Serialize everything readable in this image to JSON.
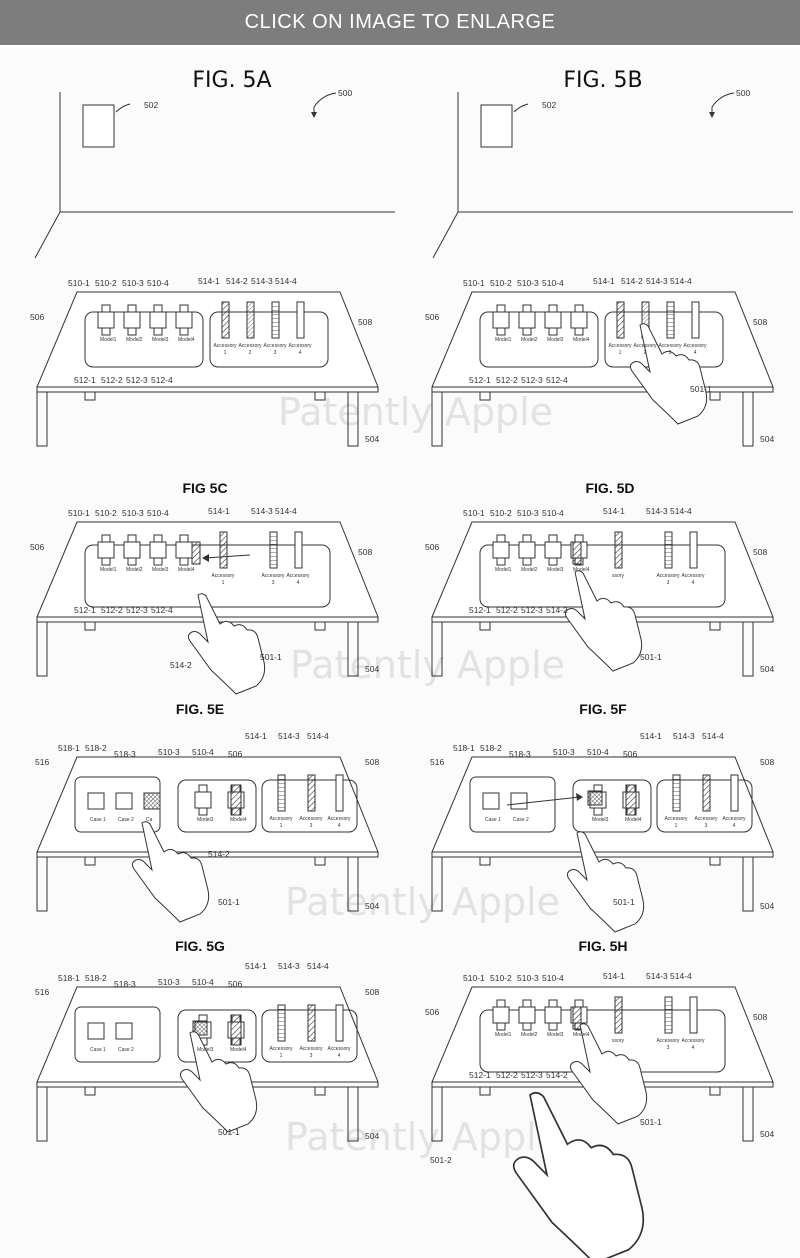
{
  "banner": {
    "text": "CLICK ON IMAGE TO ENLARGE"
  },
  "watermark": "Patently Apple",
  "room": {
    "labels": [
      "502",
      "500"
    ]
  },
  "figures": [
    {
      "id": "5A",
      "title": "FIG. 5A",
      "layout": "full",
      "labels": [
        "510-1",
        "510-2",
        "510-3",
        "510-4",
        "514-1",
        "514-2",
        "514-3",
        "514-4",
        "506",
        "508",
        "512-1",
        "512-2",
        "512-3",
        "512-4",
        "504"
      ],
      "models": [
        "Model1",
        "Model2",
        "Model3",
        "Model4"
      ],
      "accessories": [
        [
          "Accessory",
          "1"
        ],
        [
          "Accessory",
          "2"
        ],
        [
          "Accessory",
          "3"
        ],
        [
          "Accessory",
          "4"
        ]
      ]
    },
    {
      "id": "5B",
      "title": "FIG. 5B",
      "layout": "full",
      "labels": [
        "510-1",
        "510-2",
        "510-3",
        "510-4",
        "514-1",
        "514-2",
        "514-3",
        "514-4",
        "506",
        "508",
        "512-1",
        "512-2",
        "512-3",
        "512-4",
        "501-1",
        "504"
      ],
      "models": [
        "Model1",
        "Model2",
        "Model3",
        "Model4"
      ],
      "accessories": [
        [
          "Accessory",
          "1"
        ],
        [
          "Accessory",
          "2"
        ],
        [
          "Accessory",
          "3"
        ],
        [
          "Accessory",
          "4"
        ]
      ]
    },
    {
      "id": "5C",
      "title": "FIG 5C",
      "layout": "merge",
      "labels": [
        "510-1",
        "510-2",
        "510-3",
        "510-4",
        "514-1",
        "514-3",
        "514-4",
        "506",
        "508",
        "512-1",
        "512-2",
        "512-3",
        "512-4",
        "514-2",
        "501-1",
        "504"
      ],
      "models": [
        "Model1",
        "Model2",
        "Model3",
        "Model4"
      ],
      "accessories": [
        [
          "Accessory",
          "1"
        ],
        [
          "Accessory",
          "3"
        ],
        [
          "Accessory",
          "4"
        ]
      ]
    },
    {
      "id": "5D",
      "title": "FIG. 5D",
      "layout": "merge",
      "labels": [
        "510-1",
        "510-2",
        "510-3",
        "510-4",
        "514-1",
        "514-3",
        "514-4",
        "506",
        "508",
        "512-1",
        "512-2",
        "512-3",
        "514-2",
        "501-1",
        "504"
      ],
      "models": [
        "Model1",
        "Model2",
        "Model3",
        "Model4"
      ],
      "accessories": [
        [
          "ssory",
          ""
        ],
        [
          "Accessory",
          "3"
        ],
        [
          "Accessory",
          "4"
        ]
      ]
    },
    {
      "id": "5E",
      "title": "FIG. 5E",
      "layout": "cases",
      "labels": [
        "516",
        "518-1",
        "518-2",
        "518-3",
        "510-3",
        "510-4",
        "506",
        "514-1",
        "514-3",
        "514-4",
        "508",
        "514-2",
        "501-1",
        "504"
      ],
      "cases": [
        "Case 1",
        "Case 2",
        "Ca"
      ],
      "models": [
        "Model3",
        "Model4"
      ],
      "accessories": [
        [
          "Accessory",
          "1"
        ],
        [
          "Accessory",
          "3"
        ],
        [
          "Accessory",
          "4"
        ]
      ]
    },
    {
      "id": "5F",
      "title": "FIG. 5F",
      "layout": "cases",
      "labels": [
        "516",
        "518-1",
        "518-2",
        "518-3",
        "510-3",
        "510-4",
        "506",
        "514-1",
        "514-3",
        "514-4",
        "508",
        "501-1",
        "504"
      ],
      "cases": [
        "Case 1",
        "Case 2"
      ],
      "models": [
        "Model3",
        "Model4"
      ],
      "accessories": [
        [
          "Accessory",
          "1"
        ],
        [
          "Accessory",
          "3"
        ],
        [
          "Accessory",
          "4"
        ]
      ]
    },
    {
      "id": "5G",
      "title": "FIG. 5G",
      "layout": "cases",
      "labels": [
        "516",
        "518-1",
        "518-2",
        "518-3",
        "510-3",
        "510-4",
        "506",
        "514-1",
        "514-3",
        "514-4",
        "508",
        "501-1",
        "504"
      ],
      "cases": [
        "Case 1",
        "Case 2"
      ],
      "models": [
        "Model3",
        "Model4"
      ],
      "accessories": [
        [
          "Accessory",
          "1"
        ],
        [
          "Accessory",
          "3"
        ],
        [
          "Accessory",
          "4"
        ]
      ]
    },
    {
      "id": "5H",
      "title": "FIG. 5H",
      "layout": "merge",
      "labels": [
        "510-1",
        "510-2",
        "510-3",
        "510-4",
        "514-1",
        "514-3",
        "514-4",
        "506",
        "508",
        "512-1",
        "512-2",
        "512-3",
        "514-2",
        "501-1",
        "501-2",
        "504"
      ],
      "models": [
        "Model1",
        "Model2",
        "Model3",
        "Model4"
      ],
      "accessories": [
        [
          "ssory",
          ""
        ],
        [
          "Accessory",
          "3"
        ],
        [
          "Accessory",
          "4"
        ]
      ]
    }
  ]
}
